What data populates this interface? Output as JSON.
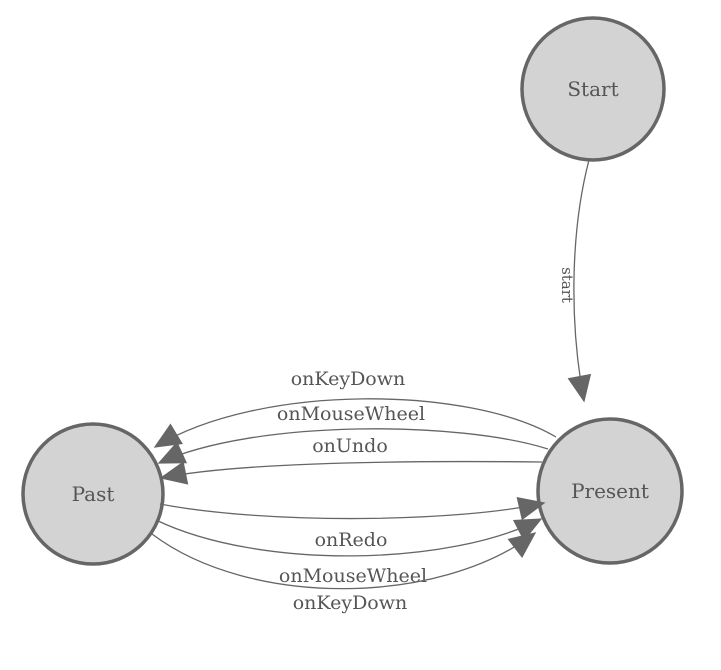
{
  "diagram": {
    "type": "state-machine-diagram",
    "background": "#ffffff",
    "colors": {
      "node_fill": "#d3d3d3",
      "node_border": "#666666",
      "edge_line": "#666666",
      "arrowhead": "#666666",
      "label_text": "#555555"
    },
    "nodes": [
      {
        "id": "start",
        "label": "Start"
      },
      {
        "id": "present",
        "label": "Present"
      },
      {
        "id": "past",
        "label": "Past"
      }
    ],
    "edges": [
      {
        "from": "start",
        "to": "present",
        "label": "start"
      },
      {
        "from": "present",
        "to": "past",
        "label": "onKeyDown"
      },
      {
        "from": "present",
        "to": "past",
        "label": "onMouseWheel"
      },
      {
        "from": "present",
        "to": "past",
        "label": "onUndo"
      },
      {
        "from": "past",
        "to": "present",
        "label": "onRedo"
      },
      {
        "from": "past",
        "to": "present",
        "label": "onMouseWheel"
      },
      {
        "from": "past",
        "to": "present",
        "label": "onKeyDown"
      }
    ]
  }
}
